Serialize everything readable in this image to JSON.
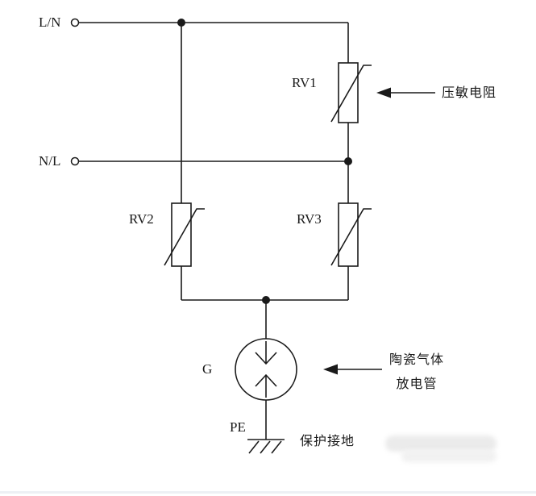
{
  "diagram": {
    "terminals": {
      "live_neutral": "L/N",
      "neutral_live": "N/L"
    },
    "components": {
      "rv1_label": "RV1",
      "rv2_label": "RV2",
      "rv3_label": "RV3",
      "gas_tube_label": "G",
      "pe_label": "PE"
    },
    "annotations": {
      "varistor": "压敏电阻",
      "gas_tube_line1": "陶瓷气体",
      "gas_tube_line2": "放电管",
      "protective_earth": "保护接地"
    },
    "icons": {
      "varistor_symbol": "varistor-icon",
      "gas_discharge_tube_symbol": "gas-discharge-tube-icon",
      "ground_symbol": "earth-ground-icon",
      "terminal_symbol": "open-terminal-icon",
      "junction_symbol": "junction-dot-icon",
      "pointer_symbol": "left-arrow-icon"
    },
    "colors": {
      "line": "#1a1a1a",
      "background": "#ffffff",
      "watermark": "#ebebeb"
    }
  }
}
